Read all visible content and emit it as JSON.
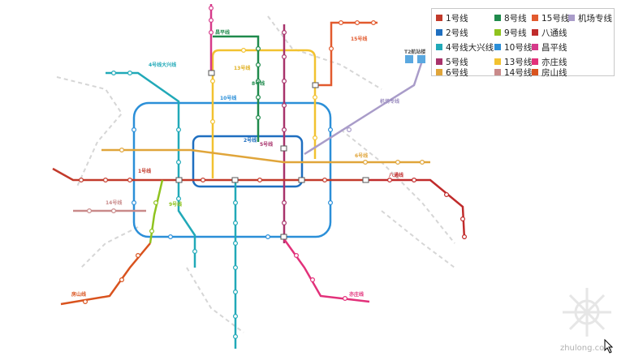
{
  "legend": {
    "items": [
      {
        "label": "1号线",
        "color": "#c23a2b"
      },
      {
        "label": "8号线",
        "color": "#1f8a4c"
      },
      {
        "label": "15号线",
        "color": "#e25a2e"
      },
      {
        "label": "机场专线",
        "color": "#a99cc9"
      },
      {
        "label": "2号线",
        "color": "#1f6fc0"
      },
      {
        "label": "9号线",
        "color": "#8fc31f"
      },
      {
        "label": "八通线",
        "color": "#c02b2b"
      },
      {
        "label": "4号线大兴线",
        "color": "#21a9b8"
      },
      {
        "label": "10号线",
        "color": "#2b8fd8"
      },
      {
        "label": "昌平线",
        "color": "#d63a8a"
      },
      {
        "label": "5号线",
        "color": "#a8336b"
      },
      {
        "label": "13号线",
        "color": "#f2c230"
      },
      {
        "label": "亦庄线",
        "color": "#e2317a"
      },
      {
        "label": "6号线",
        "color": "#e0a53a"
      },
      {
        "label": "14号线",
        "color": "#c98a8a"
      },
      {
        "label": "房山线",
        "color": "#d9531e"
      }
    ]
  },
  "line_labels": {
    "changping": "昌平线",
    "line4": "4号线大兴线",
    "line13": "13号线",
    "line10": "10号线",
    "line15": "15号线",
    "airport": "机场专线",
    "line1": "1号线",
    "batong": "八通线",
    "line6": "6号线",
    "line14": "14号线",
    "line9": "9号线",
    "yizhuang": "亦庄线",
    "fangshan": "房山线",
    "line2": "2号线",
    "line8": "8号线",
    "line5": "5号线",
    "airport_terminals": "T2航站楼"
  },
  "watermark": "zhulong.com"
}
